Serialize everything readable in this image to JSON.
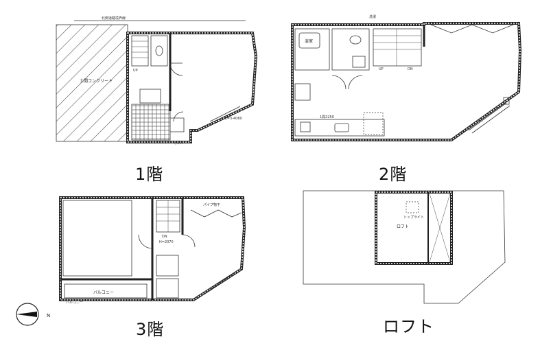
{
  "floors": {
    "f1": {
      "label": "1階",
      "parking": "土間コンクリート",
      "up": "UP",
      "road": "北側道路境界線",
      "dim": "L=3-4060",
      "post": "ポスト"
    },
    "f2": {
      "label": "2階",
      "bath": "浴室",
      "up": "UP",
      "dn": "DN",
      "dim": "1間2250",
      "washer": "洗濯"
    },
    "f3": {
      "label": "3階",
      "dn": "DN",
      "dim": "H=2070",
      "balcony": "バルコニー",
      "balcony2": "バルコニー",
      "pipe": "パイプ物干"
    },
    "loft": {
      "label": "ロフト",
      "room": "ロフト",
      "skylight": "トップライト"
    }
  },
  "compass": {
    "north": "N"
  }
}
